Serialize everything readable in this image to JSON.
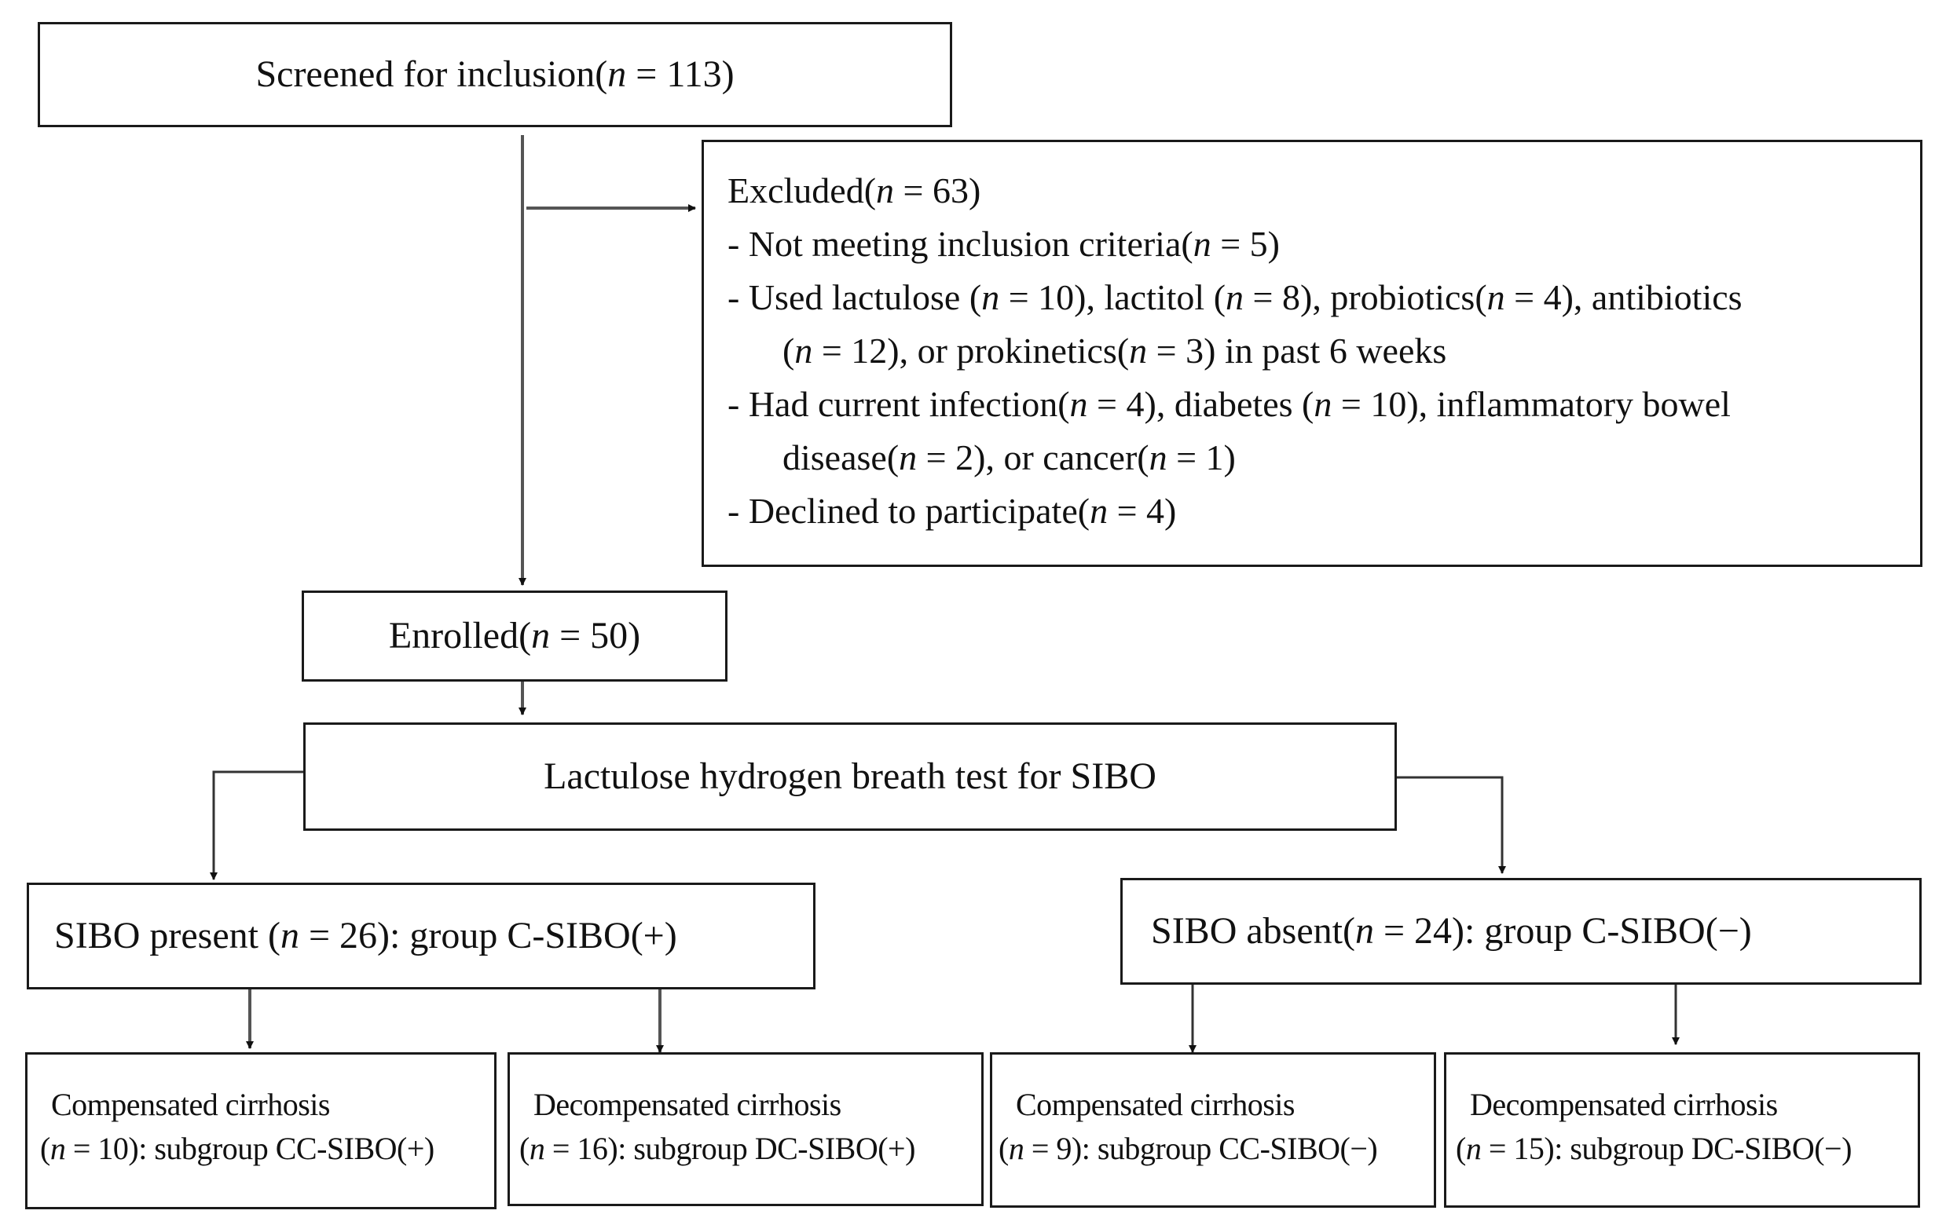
{
  "flow": {
    "screened": {
      "label": "Screened for inclusion",
      "n": "113"
    },
    "excluded": {
      "heading": "Excluded",
      "n": "63",
      "items": [
        {
          "label": "- Not meeting inclusion criteria",
          "n": "5"
        },
        {
          "used_prefix": "- Used lactulose ",
          "lactulose_n": "10",
          "lactitol_text": ", lactitol ",
          "lactitol_n": "8",
          "probiotics_text": ", probiotics",
          "probiotics_n": "4",
          "antibiotics_text": ", antibiotics"
        },
        {
          "antibiotics_n": "12",
          "prokinetics_text": ", or prokinetics",
          "prokinetics_n": "3",
          "suffix": " in past 6 weeks"
        },
        {
          "prefix": "- Had current infection",
          "infection_n": "4",
          "diabetes_text": ", diabetes ",
          "diabetes_n": "10",
          "ibd_text": ", inflammatory bowel"
        },
        {
          "disease_text": "disease",
          "disease_n": "2",
          "cancer_text": ", or cancer",
          "cancer_n": "1"
        },
        {
          "label": "- Declined to participate",
          "n": "4"
        }
      ]
    },
    "enrolled": {
      "label": "Enrolled",
      "n": "50"
    },
    "test": {
      "label": "Lactulose hydrogen breath test for SIBO"
    },
    "sibo_present": {
      "label": "SIBO present ",
      "n": "26",
      "group": ": group C-SIBO(+)"
    },
    "sibo_absent": {
      "label": "SIBO absent",
      "n": "24",
      "group": ": group C-SIBO(−)"
    },
    "leaves": [
      {
        "line1": "Compensated cirrhosis",
        "n": "10",
        "group": ": subgroup CC-SIBO(+)"
      },
      {
        "line1": "Decompensated cirrhosis",
        "n": "16",
        "group": ": subgroup DC-SIBO(+)"
      },
      {
        "line1": "Compensated cirrhosis",
        "n": "9",
        "group": ": subgroup CC-SIBO(−)"
      },
      {
        "line1": "Decompensated cirrhosis",
        "n": "15",
        "group": ": subgroup DC-SIBO(−)"
      }
    ],
    "n_symbol": "n",
    "eq": " = ",
    "open": "(",
    "close": ")"
  },
  "colors": {
    "stroke": "#1a1a1a",
    "arrow": "#555555",
    "text": "#111111"
  }
}
